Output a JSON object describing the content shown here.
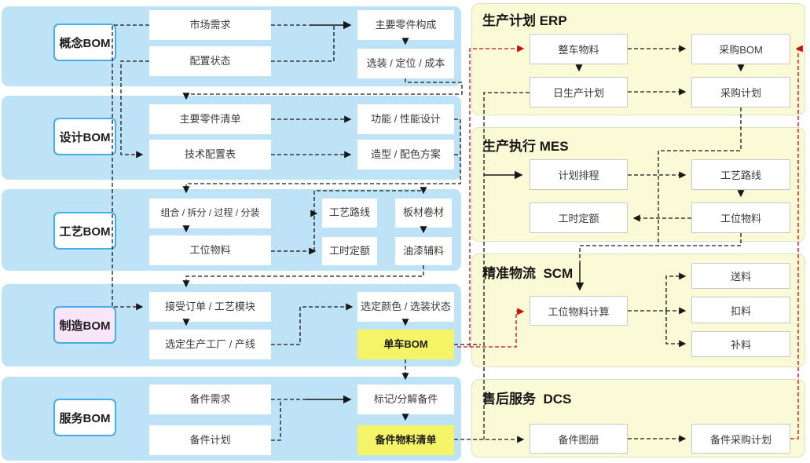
{
  "diagram_title": "BOM flow: 概念/设计/工艺/制造/服务 BOM to ERP/MES/SCM/DCS",
  "colors": {
    "section_blue": "#BEE2F6",
    "section_yellow": "#FAFAD6",
    "label_border_blue": "#45AEE8",
    "label_pink_bg": "#F8E6F8",
    "highlight_yellow": "#F5F466",
    "wire_black": "#171717",
    "wire_red": "#CE0A0A"
  },
  "left_panel": {
    "sections": [
      {
        "label": "概念BOM",
        "boxes": [
          {
            "label": "市场需求"
          },
          {
            "label": "配置状态"
          },
          {
            "label": "主要零件构成"
          },
          {
            "label": "选装 / 定位 / 成本"
          }
        ]
      },
      {
        "label": "设计BOM",
        "boxes": [
          {
            "label": "主要零件清单"
          },
          {
            "label": "技术配置表"
          },
          {
            "label": "功能 / 性能设计"
          },
          {
            "label": "造型 / 配色方案"
          }
        ]
      },
      {
        "label": "工艺BOM",
        "boxes": [
          {
            "label": "组合 / 拆分 / 过程 / 分装"
          },
          {
            "label": "工位物料"
          },
          {
            "label": "工艺路线"
          },
          {
            "label": "工时定额"
          },
          {
            "label": "板材卷材"
          },
          {
            "label": "油漆辅料"
          }
        ]
      },
      {
        "label": "制造BOM",
        "boxes": [
          {
            "label": "接受订单 / 工艺模块"
          },
          {
            "label": "选定生产工厂 / 产线"
          },
          {
            "label": "选定颜色 / 选装状态"
          },
          {
            "label": "单车BOM"
          }
        ]
      },
      {
        "label": "服务BOM",
        "boxes": [
          {
            "label": "备件需求"
          },
          {
            "label": "备件计划"
          },
          {
            "label": "标记/分解备件"
          },
          {
            "label": "备件物料清单"
          }
        ]
      }
    ]
  },
  "right_panel": {
    "sections": [
      {
        "title": "生产计划 ERP",
        "boxes": [
          {
            "label": "整车物料"
          },
          {
            "label": "采购BOM"
          },
          {
            "label": "日生产计划"
          },
          {
            "label": "采购计划"
          }
        ]
      },
      {
        "title": "生产执行 MES",
        "boxes": [
          {
            "label": "计划排程"
          },
          {
            "label": "工艺路线"
          },
          {
            "label": "工时定额"
          },
          {
            "label": "工位物料"
          }
        ]
      },
      {
        "title": "精准物流  SCM",
        "boxes": [
          {
            "label": "工位物料计算"
          },
          {
            "label": "送料"
          },
          {
            "label": "扣料"
          },
          {
            "label": "补料"
          }
        ]
      },
      {
        "title": "售后服务  DCS",
        "boxes": [
          {
            "label": "备件图册"
          },
          {
            "label": "备件采购计划"
          }
        ]
      }
    ]
  }
}
